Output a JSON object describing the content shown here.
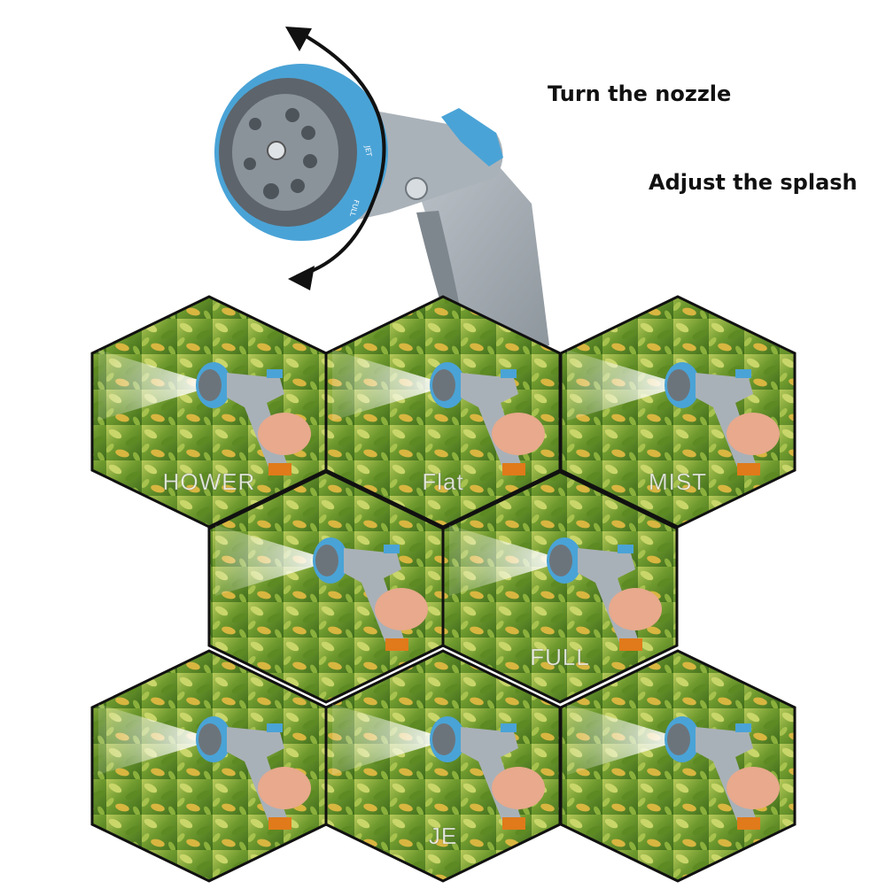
{
  "captions": {
    "turn": "Turn the nozzle",
    "adjust": "Adjust the splash"
  },
  "dial_labels": {
    "jet": "JET",
    "full": "FULL"
  },
  "modes": [
    {
      "label": "HOWER"
    },
    {
      "label": "Flat"
    },
    {
      "label": "MIST"
    },
    {
      "label": ""
    },
    {
      "label": "FULL"
    },
    {
      "label": ""
    },
    {
      "label": "JE"
    },
    {
      "label": ""
    }
  ],
  "colors": {
    "nozzle_blue": "#4aa3d6",
    "body_gray": "#9aa3ab",
    "foliage_green": "#6f9a2e",
    "accent_orange": "#e07a1a",
    "hex_border": "#111111"
  }
}
